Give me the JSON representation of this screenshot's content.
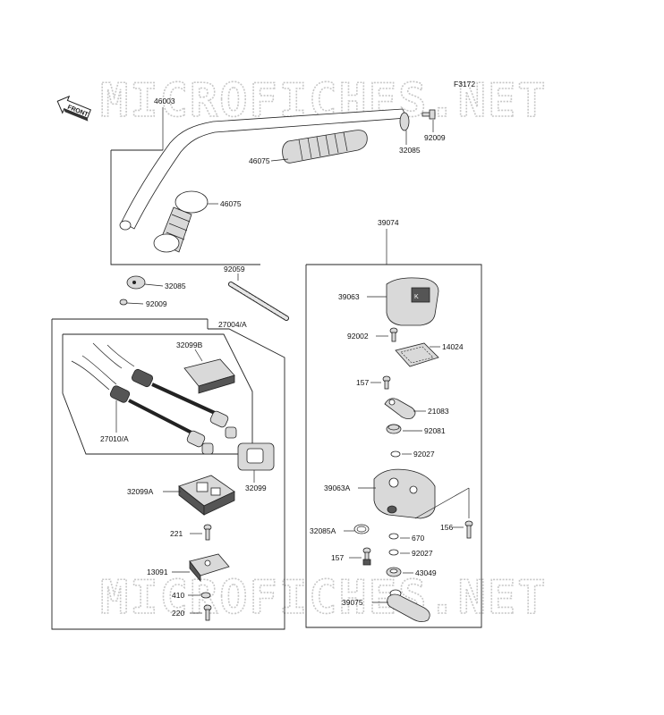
{
  "watermark": "MICROFICHES.NET",
  "figure_code": "F3172",
  "front_label": "FRONT",
  "callouts": {
    "p46003": "46003",
    "p46075_right": "46075",
    "p46075_left": "46075",
    "p92009_right": "92009",
    "p32085_right": "32085",
    "p32085_left": "32085",
    "p92009_left": "92009",
    "p92059": "92059",
    "p27004A": "27004/A",
    "p32099B": "32099B",
    "p27010A": "27010/A",
    "p32099": "32099",
    "p32099A": "32099A",
    "p221": "221",
    "p13091": "13091",
    "p410": "410",
    "p220": "220",
    "p39074": "39074",
    "p39063": "39063",
    "p92002": "92002",
    "p14024": "14024",
    "p157_top": "157",
    "p21083": "21083",
    "p92081": "92081",
    "p92027_top": "92027",
    "p39063A": "39063A",
    "p32085A": "32085A",
    "p156": "156",
    "p670": "670",
    "p92027_bottom": "92027",
    "p157_bottom": "157",
    "p43049": "43049",
    "p39075": "39075"
  },
  "icons": [
    "front-arrow-icon"
  ]
}
